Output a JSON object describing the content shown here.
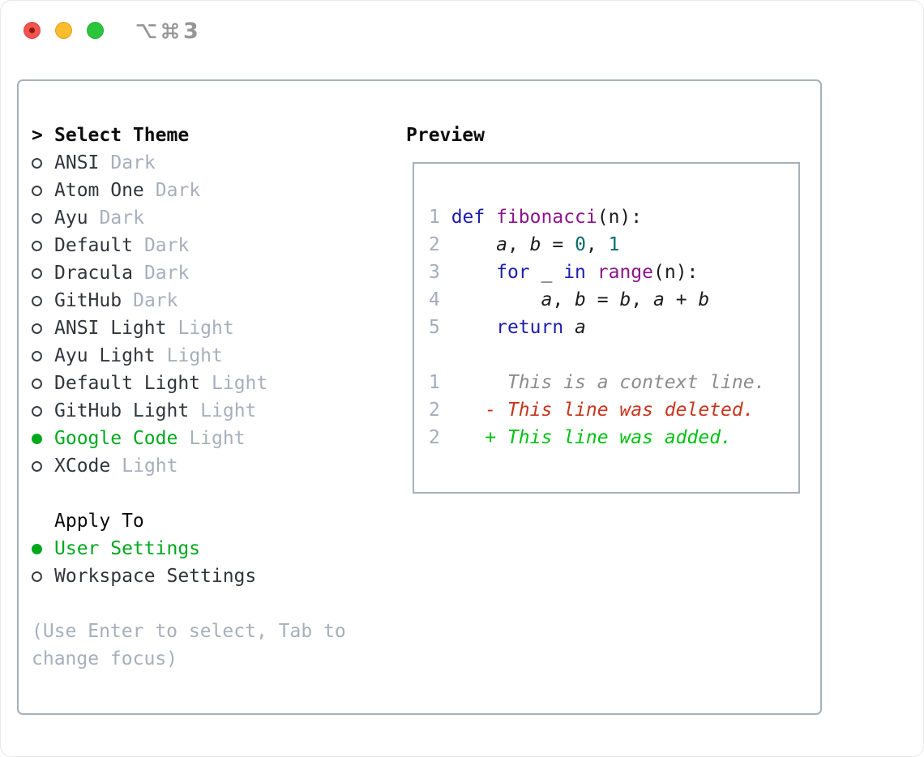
{
  "window": {
    "title": "⌥⌘3",
    "title_digit": "3"
  },
  "theme_picker": {
    "prompt": ">",
    "title": "Select Theme",
    "items": [
      {
        "name": "ANSI",
        "variant": "Dark",
        "selected": false
      },
      {
        "name": "Atom One",
        "variant": "Dark",
        "selected": false
      },
      {
        "name": "Ayu",
        "variant": "Dark",
        "selected": false
      },
      {
        "name": "Default",
        "variant": "Dark",
        "selected": false
      },
      {
        "name": "Dracula",
        "variant": "Dark",
        "selected": false
      },
      {
        "name": "GitHub",
        "variant": "Dark",
        "selected": false
      },
      {
        "name": "ANSI Light",
        "variant": "Light",
        "selected": false
      },
      {
        "name": "Ayu Light",
        "variant": "Light",
        "selected": false
      },
      {
        "name": "Default Light",
        "variant": "Light",
        "selected": false
      },
      {
        "name": "GitHub Light",
        "variant": "Light",
        "selected": false
      },
      {
        "name": "Google Code",
        "variant": "Light",
        "selected": true
      },
      {
        "name": "XCode",
        "variant": "Light",
        "selected": false
      }
    ],
    "apply_to": {
      "label": "Apply To",
      "options": [
        {
          "name": "User Settings",
          "selected": true
        },
        {
          "name": "Workspace Settings",
          "selected": false
        }
      ]
    },
    "hint": "(Use Enter to select, Tab to change focus)"
  },
  "preview": {
    "label": "Preview",
    "code_lines": [
      {
        "segments": [
          {
            "t": "1 ",
            "c": "num"
          },
          {
            "t": "def",
            "c": "kwd"
          },
          {
            "t": " ",
            "c": "pln"
          },
          {
            "t": "fibonacci",
            "c": "fun"
          },
          {
            "t": "(n):",
            "c": "pln"
          }
        ]
      },
      {
        "segments": [
          {
            "t": "2 ",
            "c": "num"
          },
          {
            "t": "    ",
            "c": "pln"
          },
          {
            "t": "a",
            "c": "var"
          },
          {
            "t": ", ",
            "c": "pln"
          },
          {
            "t": "b",
            "c": "var"
          },
          {
            "t": " = ",
            "c": "pln"
          },
          {
            "t": "0",
            "c": "lit"
          },
          {
            "t": ", ",
            "c": "pln"
          },
          {
            "t": "1",
            "c": "lit"
          }
        ]
      },
      {
        "segments": [
          {
            "t": "3 ",
            "c": "num"
          },
          {
            "t": "    ",
            "c": "pln"
          },
          {
            "t": "for",
            "c": "kwd"
          },
          {
            "t": " _ ",
            "c": "pln"
          },
          {
            "t": "in",
            "c": "kwd"
          },
          {
            "t": " ",
            "c": "pln"
          },
          {
            "t": "range",
            "c": "fun"
          },
          {
            "t": "(n):",
            "c": "pln"
          }
        ]
      },
      {
        "segments": [
          {
            "t": "4 ",
            "c": "num"
          },
          {
            "t": "        ",
            "c": "pln"
          },
          {
            "t": "a",
            "c": "var"
          },
          {
            "t": ", ",
            "c": "pln"
          },
          {
            "t": "b",
            "c": "var"
          },
          {
            "t": " = ",
            "c": "pln"
          },
          {
            "t": "b",
            "c": "var"
          },
          {
            "t": ", ",
            "c": "pln"
          },
          {
            "t": "a",
            "c": "var"
          },
          {
            "t": " + ",
            "c": "pln"
          },
          {
            "t": "b",
            "c": "var"
          }
        ]
      },
      {
        "segments": [
          {
            "t": "5 ",
            "c": "num"
          },
          {
            "t": "    ",
            "c": "pln"
          },
          {
            "t": "return",
            "c": "kwd"
          },
          {
            "t": " ",
            "c": "pln"
          },
          {
            "t": "a",
            "c": "var"
          }
        ]
      }
    ],
    "diff_lines": [
      {
        "segments": [
          {
            "t": "1 ",
            "c": "num"
          },
          {
            "t": "     This is a context line.",
            "c": "ctx"
          }
        ]
      },
      {
        "segments": [
          {
            "t": "2 ",
            "c": "num"
          },
          {
            "t": "   - This line was deleted.",
            "c": "del"
          }
        ]
      },
      {
        "segments": [
          {
            "t": "2 ",
            "c": "num"
          },
          {
            "t": "   + This line was added.",
            "c": "add"
          }
        ]
      }
    ]
  },
  "colors": {
    "text_dark": "#32363c",
    "header_black": "#0c0c0c",
    "accent_green": "#00a81e",
    "muted_gray": "#a7afbc",
    "panel_border": "#a8b0ba",
    "title_gray": "#969696",
    "code_keyword": "#1d1dac",
    "code_function": "#8a158a",
    "code_literal": "#0c6c6c",
    "code_plain": "#1c1c1c",
    "line_number": "#a3acbd",
    "diff_context": "#8c8c8c",
    "diff_deleted": "#c8351e",
    "diff_added": "#00c213",
    "light_red": "#f4544d",
    "light_red_dot": "#8c1a13",
    "light_yellow": "#fbbd2d",
    "light_green": "#2bc53c"
  }
}
